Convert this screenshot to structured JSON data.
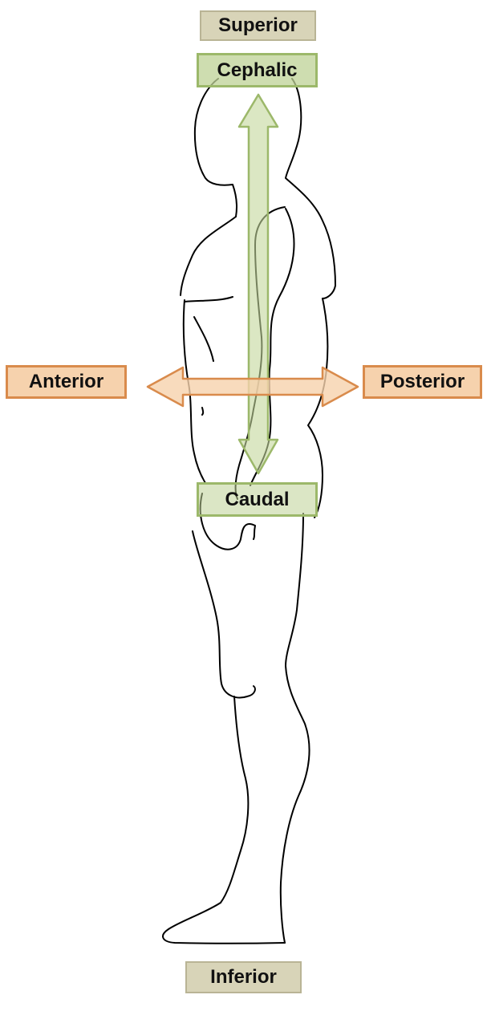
{
  "labels": {
    "superior": "Superior",
    "cephalic": "Cephalic",
    "anterior": "Anterior",
    "posterior": "Posterior",
    "caudal": "Caudal",
    "inferior": "Inferior"
  },
  "colors": {
    "tan_fill": "#d8d4b8",
    "tan_border": "#b9b495",
    "green_fill": "#d6e4b8",
    "green_border": "#9cb86a",
    "orange_fill": "#f6d2ad",
    "orange_border": "#d98b4c",
    "outline": "#000000"
  }
}
